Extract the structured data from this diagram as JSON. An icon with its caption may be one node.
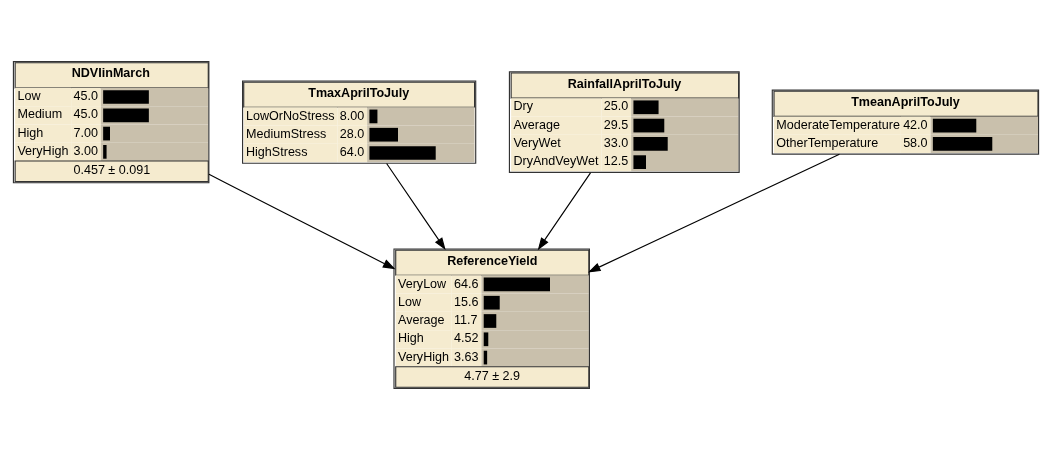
{
  "diagram": {
    "nodes": [
      {
        "text": [
          "NDVIinMarch",
          "Low",
          "45.0",
          "Medium",
          "45.0",
          "High",
          "7.00",
          "VeryHigh",
          "3.00",
          "0.457 ± 0.091"
        ]
      },
      {
        "text": [
          "TmaxAprilToJuly",
          "LowOrNoStress",
          "8.00",
          "MediumStress",
          "28.0",
          "HighStress",
          "64.0"
        ]
      },
      {
        "text": [
          "RainfallAprilToJuly",
          "Dry",
          "25.0",
          "Average",
          "29.5",
          "VeryWet",
          "33.0",
          "DryAndVeyWet",
          "12.5"
        ]
      },
      {
        "text": [
          "TmeanAprilToJuly",
          "ModerateTemperature",
          "42.0",
          "OtherTemperature",
          "58.0"
        ]
      },
      {
        "text": [
          "ReferenceYield",
          "VeryLow",
          "64.6",
          "Low",
          "15.6",
          "Average",
          "11.7",
          "High",
          "4.52",
          "VeryHigh",
          "3.63",
          "4.77 ± 2.9"
        ]
      }
    ],
    "edges": [
      {
        "from": 1,
        "to": 4,
        "arrow": "to"
      },
      {
        "from": 0,
        "to": 4,
        "arrow": "to"
      },
      {
        "from": 2,
        "to": 4,
        "arrow": "to"
      },
      {
        "from": 3,
        "to": 4,
        "arrow": "to"
      }
    ]
  }
}
